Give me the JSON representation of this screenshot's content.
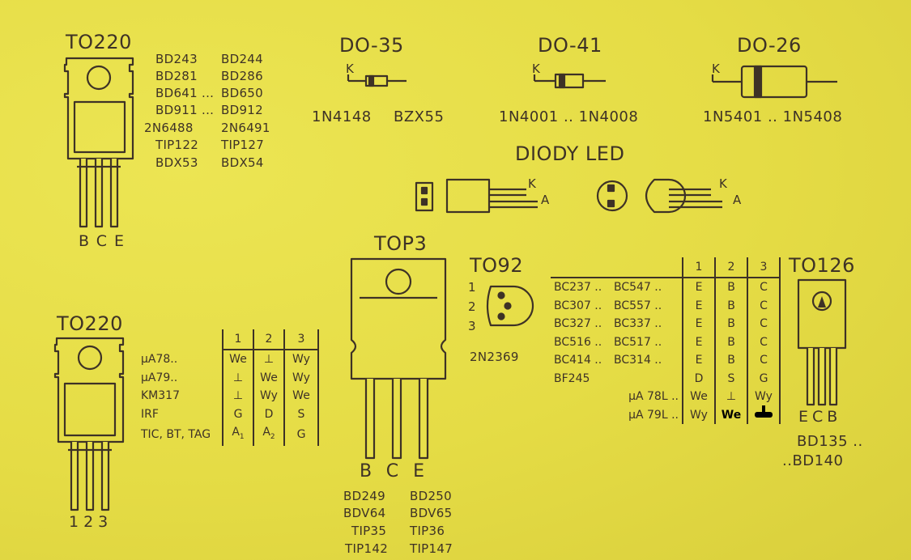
{
  "to220_top": {
    "title": "TO220",
    "col1": [
      "BD243",
      "BD281",
      "BD641 ...",
      "BD911 ...",
      "2N6488",
      "TIP122",
      "BDX53"
    ],
    "col2": [
      "BD244",
      "BD286",
      "BD650",
      "BD912",
      "2N6491",
      "TIP127",
      "BDX54"
    ],
    "pins": "BCE"
  },
  "do35": {
    "title": "DO-35",
    "k": "K",
    "parts": [
      "1N4148",
      "BZX55"
    ]
  },
  "do41": {
    "title": "DO-41",
    "k": "K",
    "parts": "1N4001 .. 1N4008"
  },
  "do26": {
    "title": "DO-26",
    "k": "K",
    "parts": "1N5401 .. 1N5408"
  },
  "led": {
    "title": "DIODY LED",
    "k": "K",
    "a": "A"
  },
  "top3": {
    "title": "TOP3",
    "pins": "BCE",
    "col1": [
      "BD249",
      "BDV64",
      "TIP35",
      "TIP142"
    ],
    "col2": [
      "BD250",
      "BDV65",
      "TIP36",
      "TIP147"
    ]
  },
  "to92": {
    "title": "TO92",
    "pin_numbers": [
      "1",
      "2",
      "3"
    ],
    "part": "2N2369"
  },
  "to220_bottom": {
    "title": "TO220",
    "pins": "123",
    "table": {
      "headers": [
        "1",
        "2",
        "3"
      ],
      "rows": [
        {
          "name": "µA78..",
          "p1": "We",
          "p2": "⊥",
          "p3": "Wy"
        },
        {
          "name": "µA79..",
          "p1": "⊥",
          "p2": "We",
          "p3": "Wy"
        },
        {
          "name": "KM317",
          "p1": "⊥",
          "p2": "Wy",
          "p3": "We"
        },
        {
          "name": "IRF",
          "p1": "G",
          "p2": "D",
          "p3": "S"
        },
        {
          "name": "TIC, BT, TAG",
          "p1": "A",
          "p1_sub": "1",
          "p2": "A",
          "p2_sub": "2",
          "p3": "G"
        }
      ]
    }
  },
  "to92_table": {
    "headers": [
      "1",
      "2",
      "3"
    ],
    "rows": [
      {
        "a": "BC237 ..",
        "b": "BC547 ..",
        "p1": "E",
        "p2": "B",
        "p3": "C"
      },
      {
        "a": "BC307 ..",
        "b": "BC557 ..",
        "p1": "E",
        "p2": "B",
        "p3": "C"
      },
      {
        "a": "BC327 ..",
        "b": "BC337 ..",
        "p1": "E",
        "p2": "B",
        "p3": "C"
      },
      {
        "a": "BC516 ..",
        "b": "BC517 ..",
        "p1": "E",
        "p2": "B",
        "p3": "C"
      },
      {
        "a": "BC414 ..",
        "b": "BC314 ..",
        "p1": "E",
        "p2": "B",
        "p3": "C"
      },
      {
        "a": "BF245",
        "b": "",
        "p1": "D",
        "p2": "S",
        "p3": "G"
      },
      {
        "a": "",
        "b": "µA 78L ..",
        "p1": "We",
        "p2": "⊥",
        "p3": "Wy"
      },
      {
        "a": "",
        "b": "µA 79L ..",
        "p1": "Wy",
        "p2": "We",
        "p3": ""
      }
    ]
  },
  "to126": {
    "title": "TO126",
    "pins": "ECB",
    "parts": [
      "BD135 ..",
      "..BD140"
    ]
  },
  "colors": {
    "background": "#e8e04a",
    "ink": "#3e3226",
    "body_fill": "#e8e04a",
    "highlight": "#000000"
  }
}
